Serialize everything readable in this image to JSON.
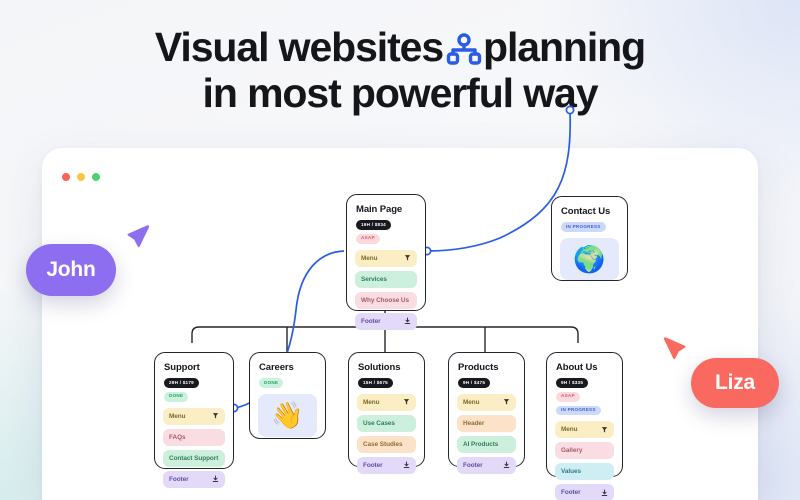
{
  "headline": {
    "line1_before": "Visual websites",
    "icon": "sitemap-icon",
    "line1_after": "planning",
    "line2": "in most powerful way"
  },
  "window": {
    "dots": [
      {
        "name": "close-dot",
        "color": "#f6645a"
      },
      {
        "name": "minimize-dot",
        "color": "#f7c83c"
      },
      {
        "name": "maximize-dot",
        "color": "#4ed26a"
      }
    ]
  },
  "colors": {
    "accent_blue": "#2b5ce6",
    "connector_black": "#23262d",
    "john_purple": "#8d6ef0",
    "liza_coral": "#f9695f"
  },
  "cursors": [
    {
      "name": "John",
      "color": "#8d6ef0"
    },
    {
      "name": "Liza",
      "color": "#f9695f"
    }
  ],
  "cards": {
    "main_page": {
      "title": "Main Page",
      "badges": [
        {
          "label": "19H / $834",
          "style": "cost"
        },
        {
          "label": "ASAP",
          "style": "asap"
        }
      ],
      "rows": [
        {
          "label": "Menu",
          "color": "yellow",
          "icon": "filter-icon"
        },
        {
          "label": "Services",
          "color": "green",
          "icon": ""
        },
        {
          "label": "Why Choose Us",
          "color": "pink",
          "icon": ""
        },
        {
          "label": "Footer",
          "color": "purple",
          "icon": "download-icon"
        }
      ]
    },
    "contact_us": {
      "title": "Contact Us",
      "badges": [
        {
          "label": "IN PROGRESS",
          "style": "prog"
        }
      ],
      "emoji": "🌍"
    },
    "support": {
      "title": "Support",
      "badges": [
        {
          "label": "29H / $179",
          "style": "cost"
        },
        {
          "label": "DONE",
          "style": "done"
        }
      ],
      "rows": [
        {
          "label": "Menu",
          "color": "yellow",
          "icon": "filter-icon"
        },
        {
          "label": "FAQs",
          "color": "pink",
          "icon": ""
        },
        {
          "label": "Contact Support",
          "color": "green",
          "icon": ""
        },
        {
          "label": "Footer",
          "color": "purple",
          "icon": "download-icon"
        }
      ]
    },
    "careers": {
      "title": "Careers",
      "badges": [
        {
          "label": "DONE",
          "style": "done"
        }
      ],
      "emoji": "👋"
    },
    "solutions": {
      "title": "Solutions",
      "badges": [
        {
          "label": "15H / $675",
          "style": "cost"
        }
      ],
      "rows": [
        {
          "label": "Menu",
          "color": "yellow",
          "icon": "filter-icon"
        },
        {
          "label": "Use Cases",
          "color": "green",
          "icon": ""
        },
        {
          "label": "Case Studies",
          "color": "orange",
          "icon": ""
        },
        {
          "label": "Footer",
          "color": "purple",
          "icon": "download-icon"
        }
      ]
    },
    "products": {
      "title": "Products",
      "badges": [
        {
          "label": "9H / $475",
          "style": "cost"
        }
      ],
      "rows": [
        {
          "label": "Menu",
          "color": "yellow",
          "icon": "filter-icon"
        },
        {
          "label": "Header",
          "color": "orange",
          "icon": ""
        },
        {
          "label": "AI Products",
          "color": "green",
          "icon": ""
        },
        {
          "label": "Footer",
          "color": "purple",
          "icon": "download-icon"
        }
      ]
    },
    "about_us": {
      "title": "About Us",
      "badges": [
        {
          "label": "9H / $335",
          "style": "cost"
        },
        {
          "label": "ASAP",
          "style": "asap"
        },
        {
          "label": "IN PROGRESS",
          "style": "prog"
        }
      ],
      "rows": [
        {
          "label": "Menu",
          "color": "yellow",
          "icon": "filter-icon"
        },
        {
          "label": "Gallery",
          "color": "pink",
          "icon": ""
        },
        {
          "label": "Values",
          "color": "teal",
          "icon": ""
        },
        {
          "label": "Footer",
          "color": "purple",
          "icon": "download-icon"
        }
      ]
    }
  }
}
